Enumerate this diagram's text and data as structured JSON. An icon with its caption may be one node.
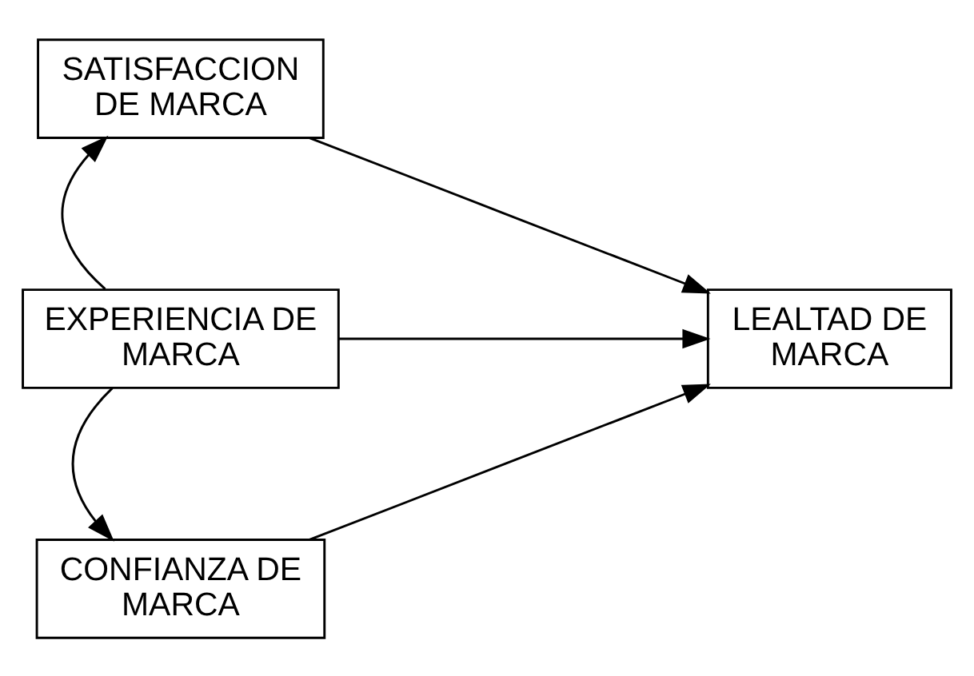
{
  "diagram": {
    "nodes": [
      {
        "text": [
          "SATISFACCION DE MARCA"
        ]
      },
      {
        "text": [
          "EXPERIENCIA DE MARCA"
        ]
      },
      {
        "text": [
          "CONFIANZA DE MARCA"
        ]
      },
      {
        "text": [
          "LEALTAD DE MARCA"
        ]
      }
    ],
    "edges": [
      {
        "from": 1,
        "to": 0,
        "arrow": "to"
      },
      {
        "from": 1,
        "to": 2,
        "arrow": "to"
      },
      {
        "from": 0,
        "to": 3,
        "arrow": "to"
      },
      {
        "from": 1,
        "to": 3,
        "arrow": "to"
      },
      {
        "from": 2,
        "to": 3,
        "arrow": "to"
      }
    ]
  }
}
